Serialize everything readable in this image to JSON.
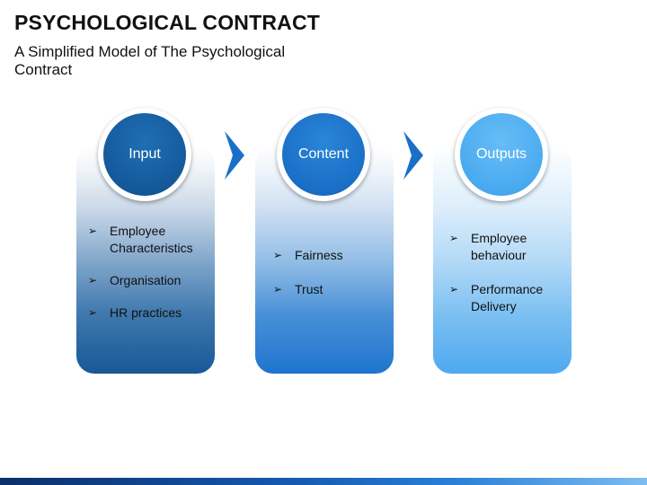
{
  "header": {
    "title": "PSYCHOLOGICAL CONTRACT",
    "subtitle": "A Simplified Model of The Psychological Contract"
  },
  "stages": [
    {
      "label": "Input",
      "color": "#14599a",
      "items": [
        "Employee Characteristics",
        "Organisation",
        "HR practices"
      ]
    },
    {
      "label": "Content",
      "color": "#1a6fc6",
      "items": [
        "Fairness",
        "Trust"
      ]
    },
    {
      "label": "Outputs",
      "color": "#4aaaf0",
      "items": [
        "Employee behaviour",
        "Performance Delivery"
      ]
    }
  ],
  "colors": {
    "arrow": "#1a6fc6",
    "footer_dark": "#0b2f6a",
    "footer_light": "#7dbdf1"
  },
  "icons": {
    "bullet": "arrowhead-bullet-icon",
    "connector": "chevron-right-icon"
  }
}
